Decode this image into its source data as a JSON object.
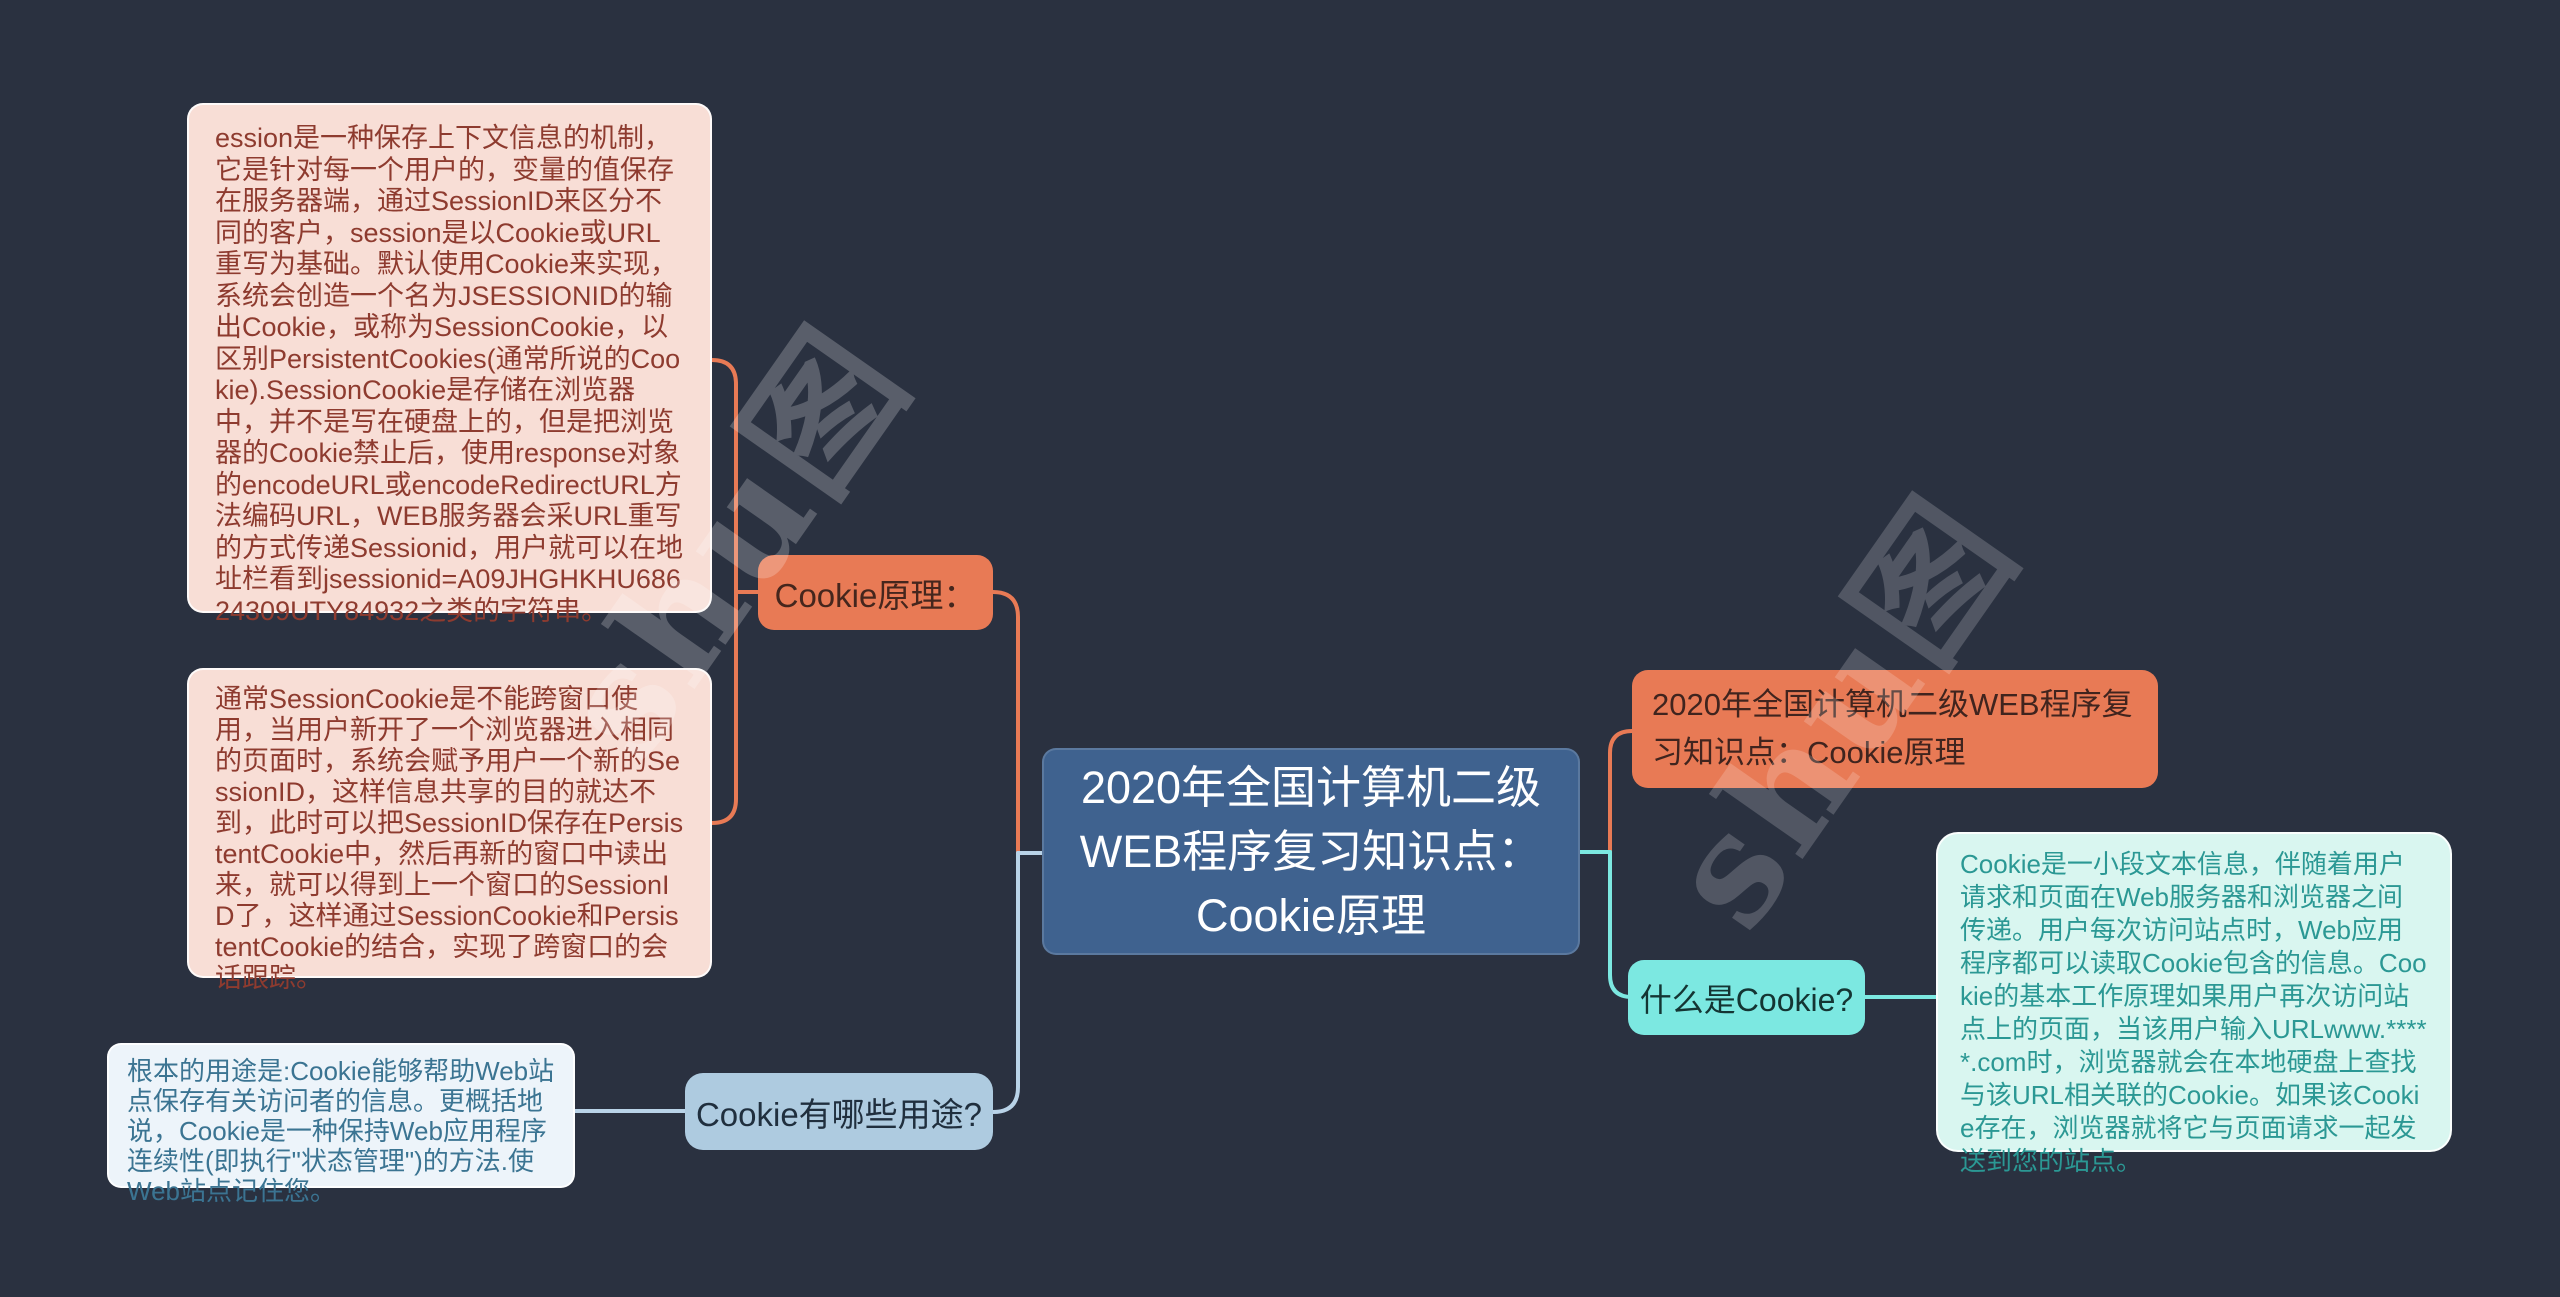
{
  "canvas": {
    "background_color": "#2a3140"
  },
  "watermark": {
    "text": "shu图"
  },
  "colors": {
    "branch_orange": "#e87a55",
    "branch_light_blue": "#b9d3e8",
    "branch_cyan": "#7ce8e1",
    "root_blue": "#3f628f",
    "note_pink": "#f8ded6",
    "note_pink_text": "#8e3b2f",
    "note_blue": "#edf4fa",
    "note_blue_text": "#3b7492",
    "note_cyan": "#d9f6f0",
    "note_cyan_text": "#2b9894"
  },
  "map": {
    "root": {
      "lines": [
        "2020年全国计算机二级",
        "WEB程序复习知识点：",
        "Cookie原理"
      ]
    },
    "left": {
      "principle": {
        "label": "Cookie原理：",
        "notes": [
          {
            "text": "ession是一种保存上下文信息的机制，它是针对每一个用户的，变量的值保存在服务器端，通过SessionID来区分不同的客户，session是以Cookie或URL重写为基础。默认使用Cookie来实现，系统会创造一个名为JSESSIONID的输出Cookie，或称为SessionCookie，以区别PersistentCookies(通常所说的Cookie).SessionCookie是存储在浏览器中，并不是写在硬盘上的，但是把浏览器的Cookie禁止后，使用response对象的encodeURL或encodeRedirectURL方法编码URL，WEB服务器会采URL重写的方式传递Sessionid，用户就可以在地址栏看到jsessionid=A09JHGHKHU68624309UTY84932之类的字符串。"
          },
          {
            "text": "通常SessionCookie是不能跨窗口使用，当用户新开了一个浏览器进入相同的页面时，系统会赋予用户一个新的SessionID，这样信息共享的目的就达不到，此时可以把SessionID保存在PersistentCookie中，然后再新的窗口中读出来，就可以得到上一个窗口的SessionID了，这样通过SessionCookie和PersistentCookie的结合，实现了跨窗口的会话跟踪。"
          }
        ]
      },
      "usage": {
        "label": "Cookie有哪些用途?",
        "notes": [
          {
            "text": "根本的用途是:Cookie能够帮助Web站点保存有关访问者的信息。更概括地说，Cookie是一种保持Web应用程序连续性(即执行\"状态管理\")的方法.使Web站点记住您。"
          }
        ]
      }
    },
    "right": {
      "topic": {
        "lines": [
          "2020年全国计算机二级WEB程序复",
          "习知识点：Cookie原理"
        ]
      },
      "what": {
        "label": "什么是Cookie?",
        "notes": [
          {
            "text": "Cookie是一小段文本信息，伴随着用户请求和页面在Web服务器和浏览器之间传递。用户每次访问站点时，Web应用程序都可以读取Cookie包含的信息。Cookie的基本工作原理如果用户再次访问站点上的页面，当该用户输入URLwww.*****.com时，浏览器就会在本地硬盘上查找与该URL相关联的Cookie。如果该Cookie存在，浏览器就将它与页面请求一起发送到您的站点。"
          }
        ]
      }
    }
  }
}
